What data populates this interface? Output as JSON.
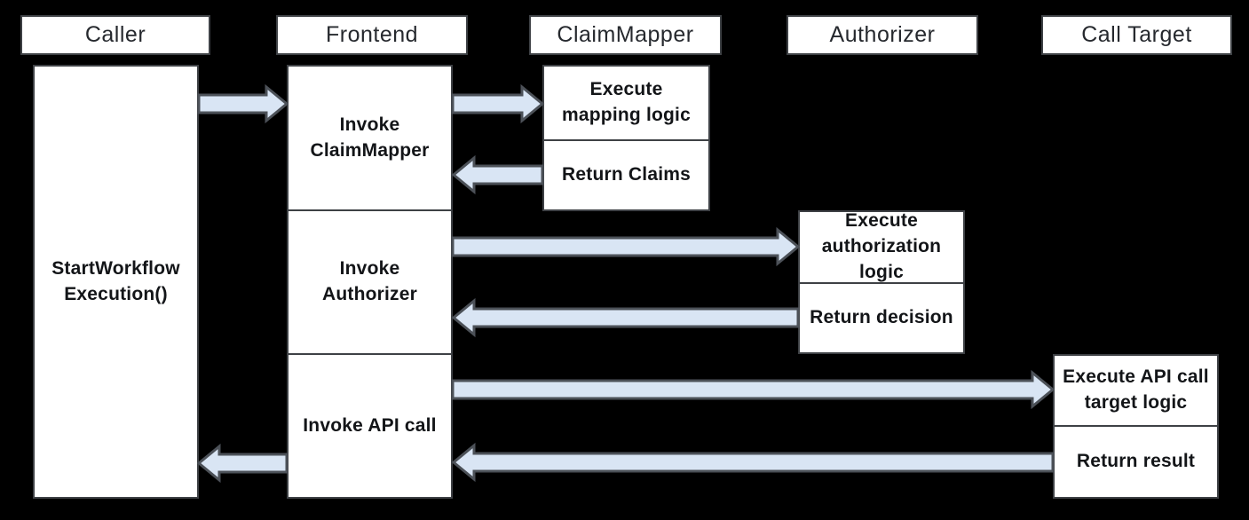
{
  "diagram_type": "sequence-diagram",
  "colors": {
    "background": "#000000",
    "box_fill": "#ffffff",
    "box_border": "#3e4145",
    "arrow_fill": "#d9e5f4",
    "arrow_border": "#4c5158",
    "header_text": "#26292e",
    "step_text": "#131518"
  },
  "lanes": [
    {
      "label": "Caller"
    },
    {
      "label": "Frontend"
    },
    {
      "label": "ClaimMapper"
    },
    {
      "label": "Authorizer"
    },
    {
      "label": "Call Target"
    }
  ],
  "steps": {
    "caller_activation": "StartWorkflow\nExecution()",
    "frontend_invoke_claimmapper": "Invoke\nClaimMapper",
    "frontend_invoke_authorizer": "Invoke\nAuthorizer",
    "frontend_invoke_api_call": "Invoke API call",
    "claimmapper_execute": "Execute\nmapping logic",
    "claimmapper_return": "Return Claims",
    "authorizer_execute": "Execute\nauthorization\nlogic",
    "authorizer_return": "Return decision",
    "calltarget_execute": "Execute API call\ntarget logic",
    "calltarget_return": "Return result"
  },
  "arrows": [
    {
      "from": "Caller",
      "to": "Frontend",
      "direction": "right"
    },
    {
      "from": "Frontend",
      "to": "ClaimMapper",
      "direction": "right"
    },
    {
      "from": "ClaimMapper",
      "to": "Frontend",
      "direction": "left"
    },
    {
      "from": "Frontend",
      "to": "Authorizer",
      "direction": "right"
    },
    {
      "from": "Authorizer",
      "to": "Frontend",
      "direction": "left"
    },
    {
      "from": "Frontend",
      "to": "Call Target",
      "direction": "right"
    },
    {
      "from": "Call Target",
      "to": "Frontend",
      "direction": "left"
    },
    {
      "from": "Frontend",
      "to": "Caller",
      "direction": "left"
    }
  ]
}
